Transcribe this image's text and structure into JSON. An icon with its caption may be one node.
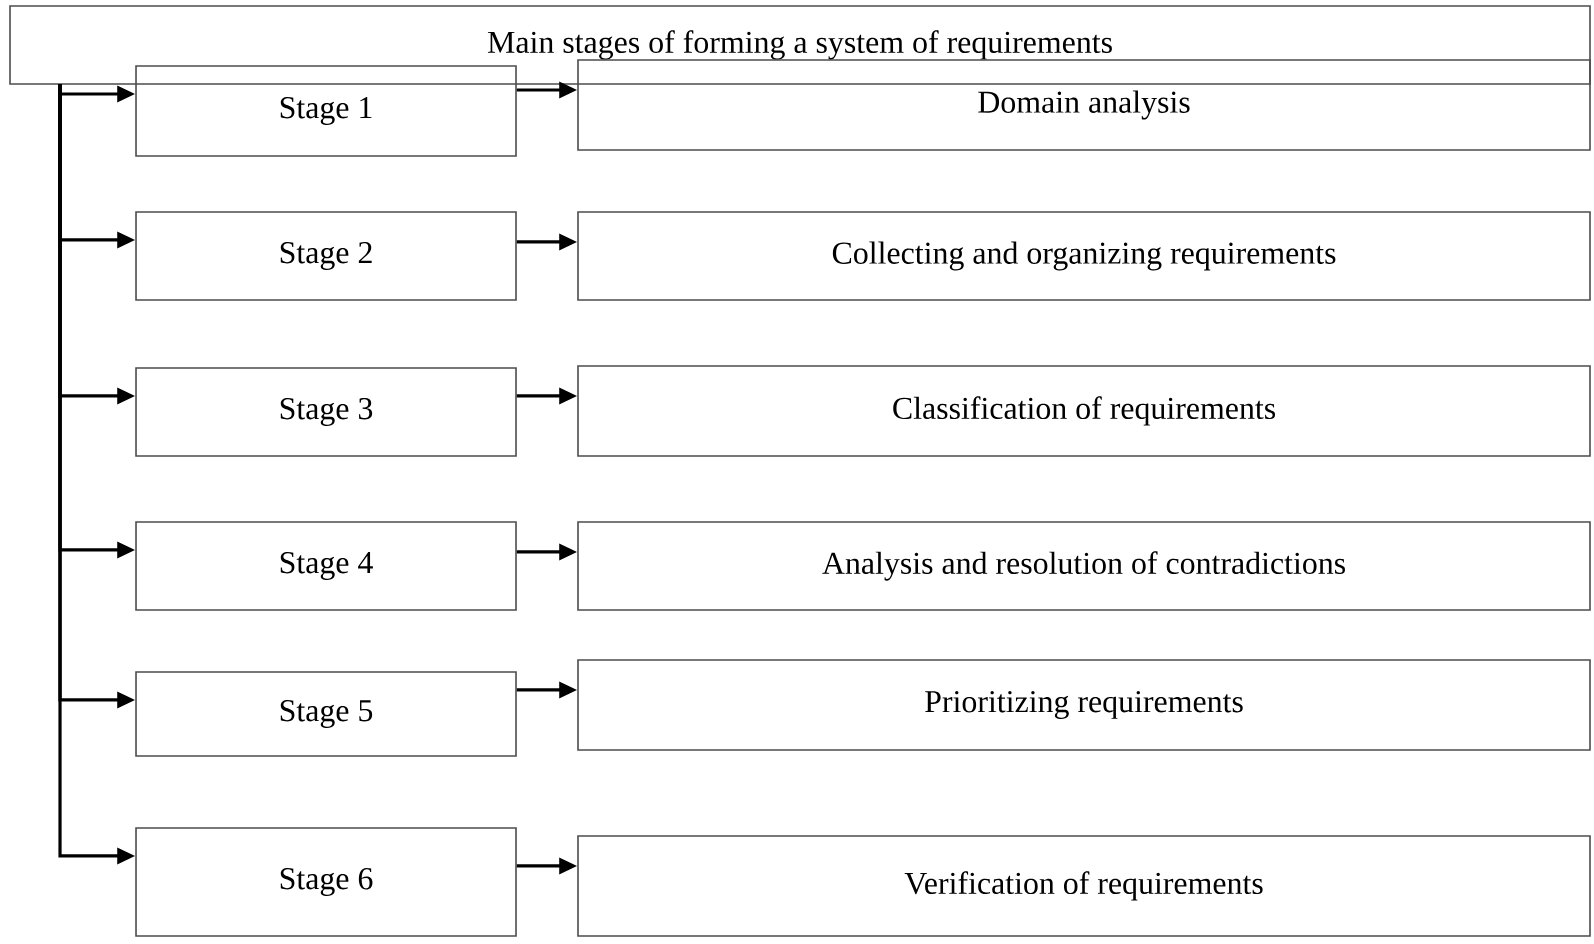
{
  "diagram": {
    "nodes": [
      {
        "text": [
          "Main stages of forming a system of requirements"
        ]
      },
      {
        "text": [
          "Stage 1"
        ]
      },
      {
        "text": [
          "Domain analysis"
        ]
      },
      {
        "text": [
          "Stage 2"
        ]
      },
      {
        "text": [
          "Collecting and organizing requirements"
        ]
      },
      {
        "text": [
          "Stage 3"
        ]
      },
      {
        "text": [
          "Classification of requirements"
        ]
      },
      {
        "text": [
          "Stage 4"
        ]
      },
      {
        "text": [
          "Analysis and resolution of contradictions"
        ]
      },
      {
        "text": [
          "Stage 5"
        ]
      },
      {
        "text": [
          "Prioritizing requirements"
        ]
      },
      {
        "text": [
          "Stage 6"
        ]
      },
      {
        "text": [
          "Verification of requirements"
        ]
      }
    ],
    "edges": [
      {
        "from": 0,
        "to": 1,
        "arrow": "to"
      },
      {
        "from": 0,
        "to": 3,
        "arrow": "to"
      },
      {
        "from": 0,
        "to": 5,
        "arrow": "to"
      },
      {
        "from": 0,
        "to": 7,
        "arrow": "to"
      },
      {
        "from": 0,
        "to": 9,
        "arrow": "to"
      },
      {
        "from": 0,
        "to": 11,
        "arrow": "to"
      },
      {
        "from": 1,
        "to": 2,
        "arrow": "to"
      },
      {
        "from": 3,
        "to": 4,
        "arrow": "to"
      },
      {
        "from": 5,
        "to": 6,
        "arrow": "to"
      },
      {
        "from": 7,
        "to": 8,
        "arrow": "to"
      },
      {
        "from": 9,
        "to": 10,
        "arrow": "to"
      },
      {
        "from": 11,
        "to": 12,
        "arrow": "to"
      }
    ]
  }
}
